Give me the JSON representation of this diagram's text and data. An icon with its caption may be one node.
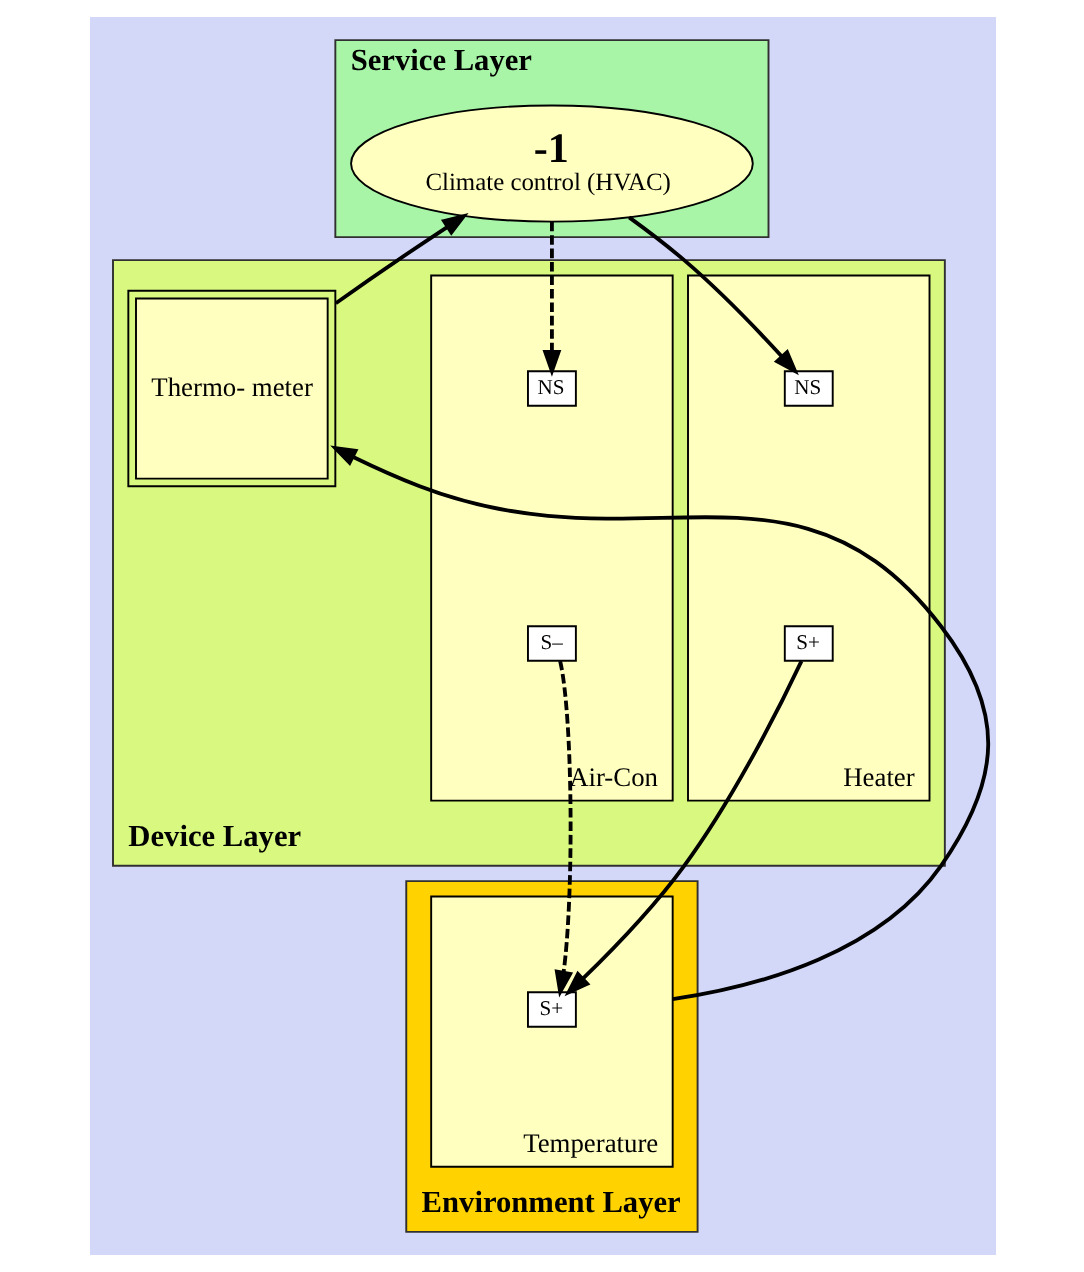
{
  "diagram": {
    "nodes": [
      {
        "text": [
          "Service Layer"
        ]
      },
      {
        "text": [
          "-1",
          "Climate control (HVAC)"
        ],
        "in": 0
      },
      {
        "text": [
          "Device Layer"
        ]
      },
      {
        "text": [
          "Thermo- meter"
        ],
        "in": 2
      },
      {
        "text": [
          "Heater"
        ],
        "in": 2
      },
      {
        "text": [
          "NS"
        ],
        "in": 4
      },
      {
        "text": [
          "S+"
        ],
        "in": 4
      },
      {
        "text": [
          "Air-Con"
        ],
        "in": 2
      },
      {
        "text": [
          "NS"
        ],
        "in": 7
      },
      {
        "text": [
          "S–"
        ],
        "in": 7
      },
      {
        "text": [
          "Environment Layer"
        ]
      },
      {
        "text": [
          "Temperature"
        ],
        "in": 10
      },
      {
        "text": [
          "S+"
        ],
        "in": 11
      }
    ],
    "edges": [
      {
        "from": 3,
        "to": 1,
        "arrow": "to"
      },
      {
        "from": 1,
        "to": 5,
        "arrow": "to"
      },
      {
        "from": 1,
        "to": 8,
        "arrow": "to",
        "style": "dashed"
      },
      {
        "from": 11,
        "to": 3,
        "arrow": "to"
      },
      {
        "from": 6,
        "to": 12,
        "arrow": "to"
      },
      {
        "from": 9,
        "to": 12,
        "arrow": "to",
        "style": "dashed"
      }
    ]
  }
}
